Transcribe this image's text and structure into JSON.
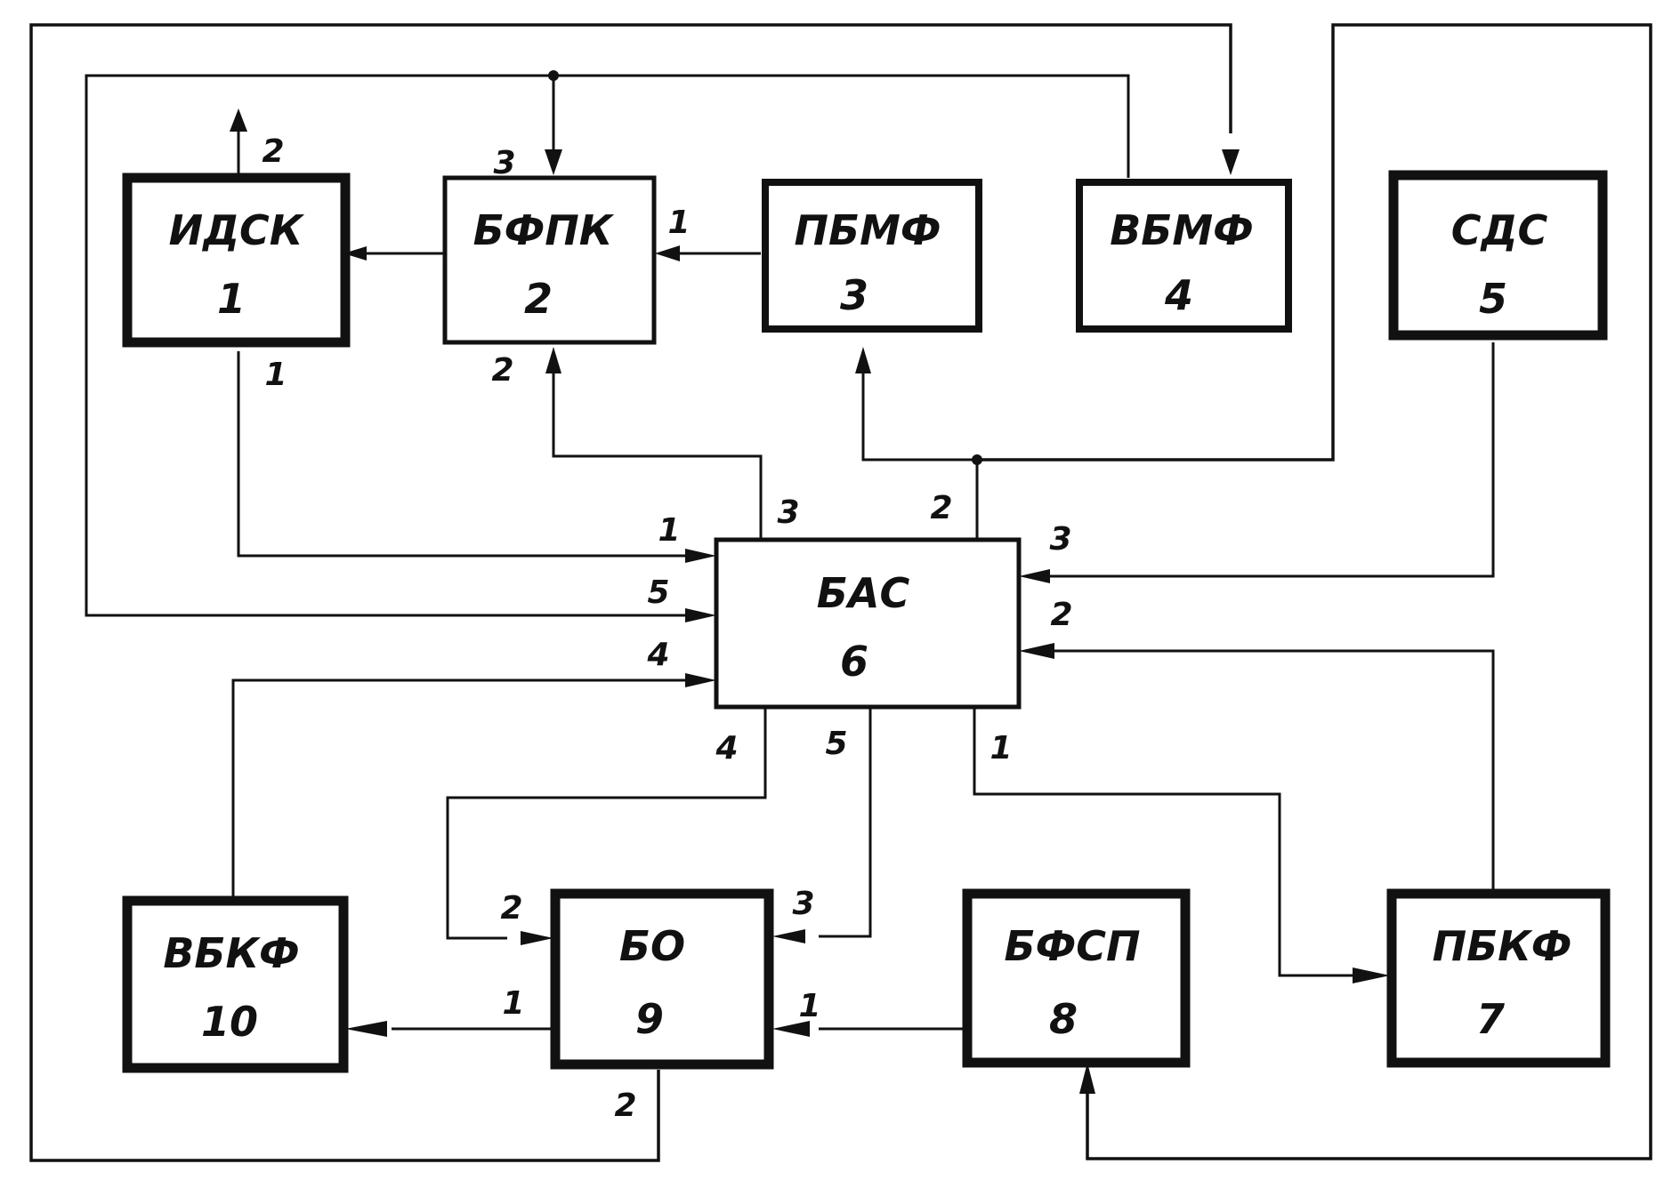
{
  "blocks": {
    "b1": {
      "name": "ИДСК",
      "number": "1"
    },
    "b2": {
      "name": "БФПК",
      "number": "2"
    },
    "b3": {
      "name": "ПБМФ",
      "number": "3"
    },
    "b4": {
      "name": "ВБМФ",
      "number": "4"
    },
    "b5": {
      "name": "СДС",
      "number": "5"
    },
    "b6": {
      "name": "БАС",
      "number": "6"
    },
    "b7": {
      "name": "ПБКФ",
      "number": "7"
    },
    "b8": {
      "name": "БФСП",
      "number": "8"
    },
    "b9": {
      "name": "БО",
      "number": "9"
    },
    "b10": {
      "name": "ВБКФ",
      "number": "10"
    }
  },
  "ports": {
    "b1_out_top": "2",
    "b1_bottom": "1",
    "b2_top": "3",
    "b2_right": "1",
    "b2_bottom": "2",
    "b6_in_left_1": "1",
    "b6_in_left_5": "5",
    "b6_in_left_4": "4",
    "b6_top_3": "3",
    "b6_top_2": "2",
    "b6_in_right_3": "3",
    "b6_in_right_2": "2",
    "b6_bottom_4": "4",
    "b6_bottom_5": "5",
    "b6_bottom_1": "1",
    "b9_in_2": "2",
    "b9_in_3": "3",
    "b9_in_1": "1",
    "b9_out_1": "1",
    "b9_bottom_2": "2"
  }
}
